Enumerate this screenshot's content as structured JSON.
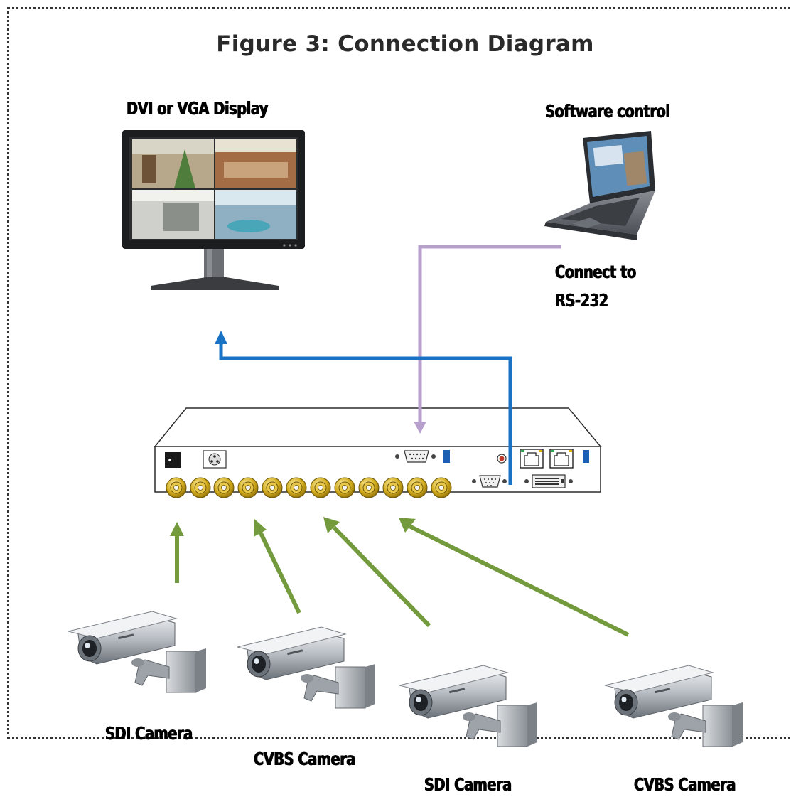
{
  "diagram": {
    "title": "Figure 3: Connection Diagram",
    "display_label": "DVI or VGA Display",
    "software_label": "Software control",
    "rs232_label_line1": "Connect to",
    "rs232_label_line2": "RS-232",
    "cameras": [
      {
        "label": "SDI Camera"
      },
      {
        "label": "CVBS Camera"
      },
      {
        "label": "SDI Camera"
      },
      {
        "label": "CVBS Camera"
      }
    ],
    "colors": {
      "video_out_arrow": "#1a72c4",
      "rs232_arrow": "#b7a0cc",
      "camera_arrow": "#739a3c",
      "bnc": "#c9a514"
    },
    "icons": [
      "monitor-icon",
      "laptop-icon",
      "device-icon",
      "camera-icon"
    ]
  }
}
